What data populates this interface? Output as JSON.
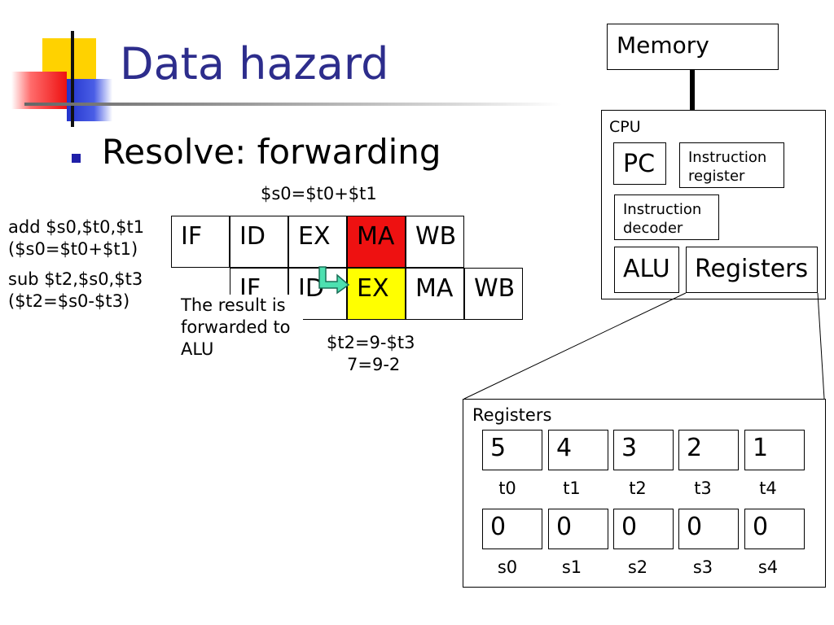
{
  "slide": {
    "title": "Data hazard",
    "bullet": "Resolve: forwarding",
    "colors": {
      "title": "#2d2d8c",
      "ma_stage": "#ee1111",
      "ex_stage": "#ffff00",
      "arrow": "#4de0b0"
    }
  },
  "instructions": {
    "add": "add $s0,$t0,$t1",
    "add_eq": "($s0=$t0+$t1)",
    "sub": "sub $t2,$s0,$t3",
    "sub_eq": "($t2=$s0-$t3)"
  },
  "pipeline": {
    "formula_top": "$s0=$t0+$t1",
    "row1": [
      "IF",
      "ID",
      "EX",
      "MA",
      "WB"
    ],
    "row2": [
      "IF",
      "ID",
      "EX",
      "MA",
      "WB"
    ],
    "note_line1": "The result is",
    "note_line2": "forwarded to",
    "note_line3": "ALU",
    "formula_bottom1": "$t2=9-$t3",
    "formula_bottom2": "7=9-2"
  },
  "cpu": {
    "memory": "Memory",
    "cpu_label": "CPU",
    "pc": "PC",
    "ir_line1": "Instruction",
    "ir_line2": "register",
    "decoder_line1": "Instruction",
    "decoder_line2": "decoder",
    "alu": "ALU",
    "registers": "Registers"
  },
  "registers": {
    "title": "Registers",
    "t_values": [
      "5",
      "4",
      "3",
      "2",
      "1"
    ],
    "t_names": [
      "t0",
      "t1",
      "t2",
      "t3",
      "t4"
    ],
    "s_values": [
      "0",
      "0",
      "0",
      "0",
      "0"
    ],
    "s_names": [
      "s0",
      "s1",
      "s2",
      "s3",
      "s4"
    ]
  }
}
